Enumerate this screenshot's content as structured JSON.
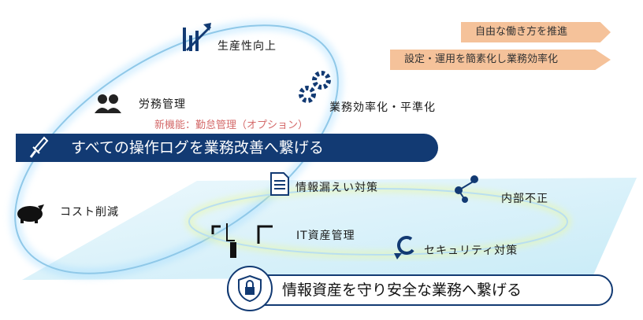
{
  "tags": [
    "自由な働き方を推進",
    "設定・運用を簡素化し業務効率化"
  ],
  "labels": {
    "productivity": "生産性向上",
    "labor": "労務管理",
    "labor_note": "新機能：勤怠管理（オプション）",
    "efficiency": "業務効率化・平準化",
    "cost": "コスト削減",
    "leak": "情報漏えい対策",
    "insider": "内部不正",
    "it_asset": "IT資産管理",
    "security": "セキュリティ対策"
  },
  "banners": {
    "top": "すべての操作ログを業務改善へ繋げる",
    "bottom": "情報資産を守り安全な業務へ繋げる"
  },
  "colors": {
    "navy": "#123a73",
    "tag": "#f5c29a",
    "glow": "#9ad8ff",
    "plane": "#dff3fb"
  }
}
